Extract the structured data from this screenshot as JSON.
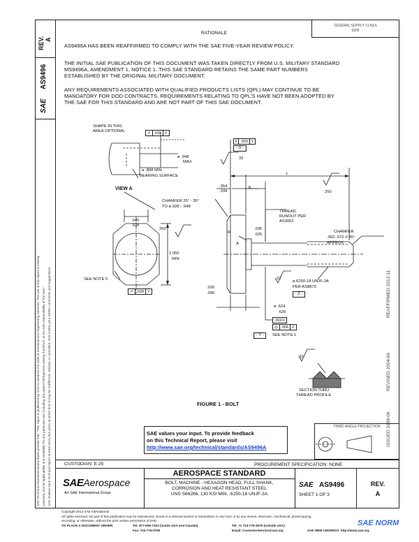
{
  "sidebar": {
    "rev_label": "REV.",
    "rev_value": "A",
    "doc_number": "AS9496",
    "sae_logo": "SAE",
    "notes_line1": "SAE Technical Standards Board Rules provide that: \"This report is published by SAE to advance the state of technical and engineering sciences. The use of this report is entirely",
    "notes_line2": "voluntary, and its applicability and suitability for any particular use, including any patent infringement arising therefrom, is the sole responsibility of the user.\"",
    "notes_line3": "SAE reviews each technical report at least every five years at which time it may be reaffirmed, revised, or cancelled. SAE invites your written comments and suggestions."
  },
  "header": {
    "title": "RATIONALE",
    "fed_supply_class_line1": "FEDERAL SUPPLY CLASS",
    "fed_supply_class_line2": "5306"
  },
  "rationale": {
    "p1": "AS9496A HAS BEEN REAFFIRMED TO COMPLY WITH THE SAE FIVE-YEAR REVIEW POLICY.",
    "p2_line1": "THE INITIAL SAE PUBLICATION OF THIS DOCUMENT WAS TAKEN DIRECTLY  FROM U.S. MILITARY STANDARD",
    "p2_line2": "MS9496A,  AMENDMENT 1, NOTICE 1. THIS SAE STANDARD RETAINS THE SAME PART NUMBERS",
    "p2_line3": "ESTABLISHED BY THE ORIGINAL MILITARY DOCUMENT.",
    "p3_line1": "ANY REQUIREMENTS ASSOCIATED WITH QUALIFIED PRODUCTS LISTS (QPL) MAY CONTINUE TO BE",
    "p3_line2": "MANDATORY FOR DOD CONTRACTS. REQUIREMENTS RELATING TO QPL'S HAVE NOT BEEN ADOPTED BY",
    "p3_line3": "THE SAE FOR THIS STANDARD AND ARE NOT PART OF THIS SAE DOCUMENT."
  },
  "drawing": {
    "shape_note_line1": "SHAPE IN THIS",
    "shape_note_line2": "AREA OPTIONAL",
    "fcf_top_left": [
      "↗",
      ".028",
      "Y"
    ],
    "dia_948": "ø .948",
    "max": "MAX",
    "bearing_dia": "ø .898 MIN",
    "bearing_surface": "BEARING SURFACE",
    "view_a": "VIEW A",
    "fcf_top_right": [
      "‖",
      ".003",
      "Y"
    ],
    "datum_u": "- U -",
    "rough_32_top": "32",
    "dim_L": "L",
    "dim_354": ".354",
    "dim_334": ".334",
    "dim_K": "K",
    "rough_250_right": "250",
    "chamfer_line1": "CHAMFER 25° - 35°",
    "chamfer_line2": "TO  ø.928 - .948",
    "thread_runout_line1": "THREAD",
    "thread_runout_line2": "RUNOUT PER",
    "thread_runout_line3": "AS3062",
    "dim_940": ".940",
    "dim_928": ".928",
    "rough_250_left": "250",
    "radius_R": "R",
    "dim_035": ".035",
    "dim_025": ".025",
    "label_A": "A",
    "chamfer2_line1": "CHAMFER",
    "chamfer2_line2": ".062-.072 X 45°",
    "chamfer2_line3": "APPROX",
    "dim_1050": "1.050",
    "dim_min": "MIN",
    "see_note_5": "SEE NOTE  5",
    "fcf_bottom_left": [
      "↗",
      ".028",
      "Y"
    ],
    "rough_32_mid": "32",
    "thread_spec": "ø.6250-18 UNJF-3A",
    "thread_per": "PER AS8879",
    "datum_z": "- Z -",
    "dim_026": ".026",
    "dim_006": ".006",
    "dia_624": "ø .624",
    "dim_620": ".620",
    "fcf_mid_right_a": [
      ".002/1"
    ],
    "fcf_mid_right_b": [
      "◎",
      ".006",
      "Z"
    ],
    "datum_y": "- Y -",
    "see_note_1": "SEE NOTE 1",
    "rough_32_section": "32",
    "section_line1": "SECTION THRU",
    "section_line2": "THREAD PROFILE",
    "figure_caption": "FIGURE 1 - BOLT"
  },
  "feedback": {
    "line1": "SAE values your input. To provide feedback",
    "line2": "on this Technical Report, please visit",
    "url": "http://www.sae.org/technical/standards/AS9496A"
  },
  "projection": {
    "label": "THIRD ANGLE PROJECTION"
  },
  "stamps": {
    "issued": "ISSUED 1999-06",
    "revised": "REVISED 2004-06",
    "reaffirmed": "REAFFIRMED 2012-11"
  },
  "title_block": {
    "custodian": "CUSTODIAN:  E-25",
    "procurement": "PROCUREMENT SPECIFICATION: NONE",
    "brand_sae": "SAE",
    "brand_aerospace": "Aerospace",
    "brand_sub": "An SAE International Group",
    "standard_heading": "AEROSPACE STANDARD",
    "desc_line1": "BOLT, MACHINE - HEXAGON HEAD, FULL SHANK,",
    "desc_line2": "CORROSION AND HEAT RESISTANT STEEL",
    "desc_line3": "UNS S66286, 130 KSI MIN, .6250-18 UNJF-3A",
    "doc_sae": "SAE",
    "doc_number": "AS9496",
    "sheet": "SHEET 1 OF 3",
    "rev_label": "REV.",
    "rev_value": "A"
  },
  "footer": {
    "copyright": "Copyright 2012 SAE International",
    "rights_line1": "All rights reserved. No part of this publication may be reproduced, stored in a retrieval system or transmitted, in any form or by any means, electronic, mechanical, photocopying,",
    "rights_line2": "recording, or otherwise, without the prior written permission of SAE.",
    "order_label": "TO PLACE A DOCUMENT ORDER:",
    "tel1": "Tel:  877-606-7323 (inside USA and Canada)",
    "tel2": "Tel:  +1 724-776-4970 (outside USA)",
    "fax": "Fax: 724-776-0790",
    "email": "Email: CustomerService@sae.org",
    "web": "SAE WEB ADDRESS: http://www.sae.org",
    "watermark": "SAE NORM"
  }
}
